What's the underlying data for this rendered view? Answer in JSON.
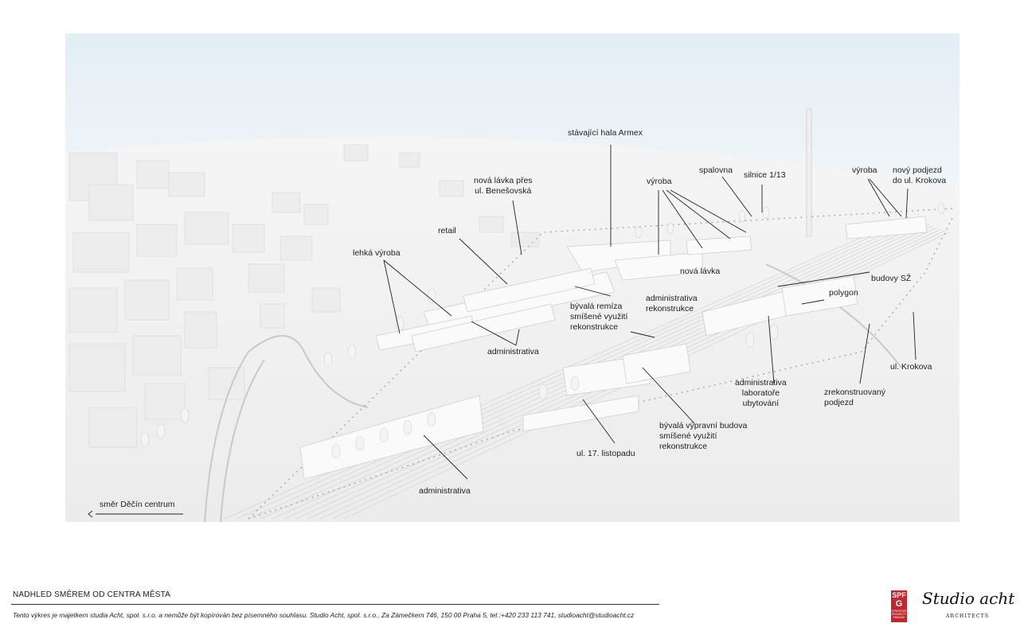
{
  "scene": {
    "labels": {
      "armex": "stávající hala Armex",
      "benesovska": "nová lávka přes\nul. Benešovská",
      "retail": "retail",
      "lehka": "lehká výroba",
      "vyroba1": "výroba",
      "spalovna": "spalovna",
      "silnice": "silnice 1/13",
      "vyroba2": "výroba",
      "podjezd_novy": "nový podjezd\ndo ul. Krokova",
      "nova_lavka": "nová lávka",
      "admin_rek": "administrativa\nrekonstrukce",
      "remiza": "bývalá remíza\nsmíšené využití\nrekonstrukce",
      "budovy_sz": "budovy SŽ",
      "polygon": "polygon",
      "admin_mid": "administrativa",
      "admin_lab": "administrativa\nlaboratoře\nubytování",
      "krokova": "ul. Krokova",
      "zrek_podjezd": "zrekonstruovaný\npodjezd",
      "vypravni": "bývalá výpravní budova\nsmíšené využití\nrekonstrukce",
      "listopadu": "ul. 17. listopadu",
      "admin_bottom": "administrativa",
      "decin": "směr Děčín centrum"
    }
  },
  "footer": {
    "title": "NADHLED SMĚREM OD CENTRA MĚSTA",
    "note": "Tento výkres je majetkem studia Acht, spol. s.r.o. a nemůže být kopírován bez písemného souhlasu. Studio Acht, spol. s.r.o., Za Zámečkem 746, 150 00 Praha 5, tel.:+420 233 113 741, studioacht@studioacht.cz"
  },
  "logos": {
    "spf_top": "SPF",
    "spf_mid": "G",
    "spf_small": "STRATEGIE\nPROJEKTY\nFINANCE",
    "studio": "Studio acht",
    "architects": "ARCHITECTS"
  },
  "colors": {
    "brand_red": "#c0262e",
    "sky": "#eaf3f8",
    "massing": "#f7f7f7"
  }
}
